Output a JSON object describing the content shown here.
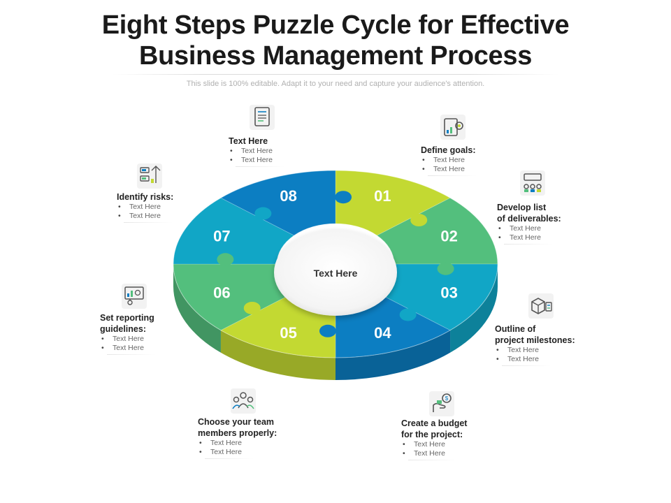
{
  "title": {
    "line1": "Eight Steps Puzzle Cycle for Effective",
    "line2": "Business Management Process"
  },
  "subtitle": "This slide is 100% editable. Adapt it to your need and capture your audience's attention.",
  "center_label": "Text Here",
  "colors": {
    "lime": "#c3d932",
    "green": "#53bf7d",
    "cyan": "#11a6c6",
    "blue": "#0c7ec2",
    "ring_side": "#0f6d9c"
  },
  "pieces": [
    {
      "number": "01",
      "color": "#c3d932"
    },
    {
      "number": "02",
      "color": "#53bf7d"
    },
    {
      "number": "03",
      "color": "#11a6c6"
    },
    {
      "number": "04",
      "color": "#0c7ec2"
    },
    {
      "number": "05",
      "color": "#c3d932"
    },
    {
      "number": "06",
      "color": "#53bf7d"
    },
    {
      "number": "07",
      "color": "#11a6c6"
    },
    {
      "number": "08",
      "color": "#0c7ec2"
    }
  ],
  "steps": [
    {
      "heading": "Define goals:",
      "bullets": [
        "Text Here",
        "Text Here"
      ],
      "icon": "goals-chart-icon"
    },
    {
      "heading1": "Develop list",
      "heading2": "of deliverables:",
      "bullets": [
        "Text Here",
        "Text Here"
      ],
      "icon": "deliverables-icon"
    },
    {
      "heading1": "Outline of",
      "heading2": "project milestones:",
      "bullets": [
        "Text Here",
        "Text Here"
      ],
      "icon": "milestone-box-icon"
    },
    {
      "heading1": "Create a budget",
      "heading2": "for the project:",
      "bullets": [
        "Text Here",
        "Text Here"
      ],
      "icon": "budget-hand-icon"
    },
    {
      "heading1": "Choose your team",
      "heading2": "members properly:",
      "bullets": [
        "Text Here",
        "Text Here"
      ],
      "icon": "team-icon"
    },
    {
      "heading1": "Set reporting",
      "heading2": "guidelines:",
      "bullets": [
        "Text Here",
        "Text Here"
      ],
      "icon": "reporting-icon"
    },
    {
      "heading": "Identify risks:",
      "bullets": [
        "Text Here",
        "Text Here"
      ],
      "icon": "risk-chart-icon"
    },
    {
      "heading": "Text Here",
      "bullets": [
        "Text Here",
        "Text Here"
      ],
      "icon": "document-icon"
    }
  ]
}
